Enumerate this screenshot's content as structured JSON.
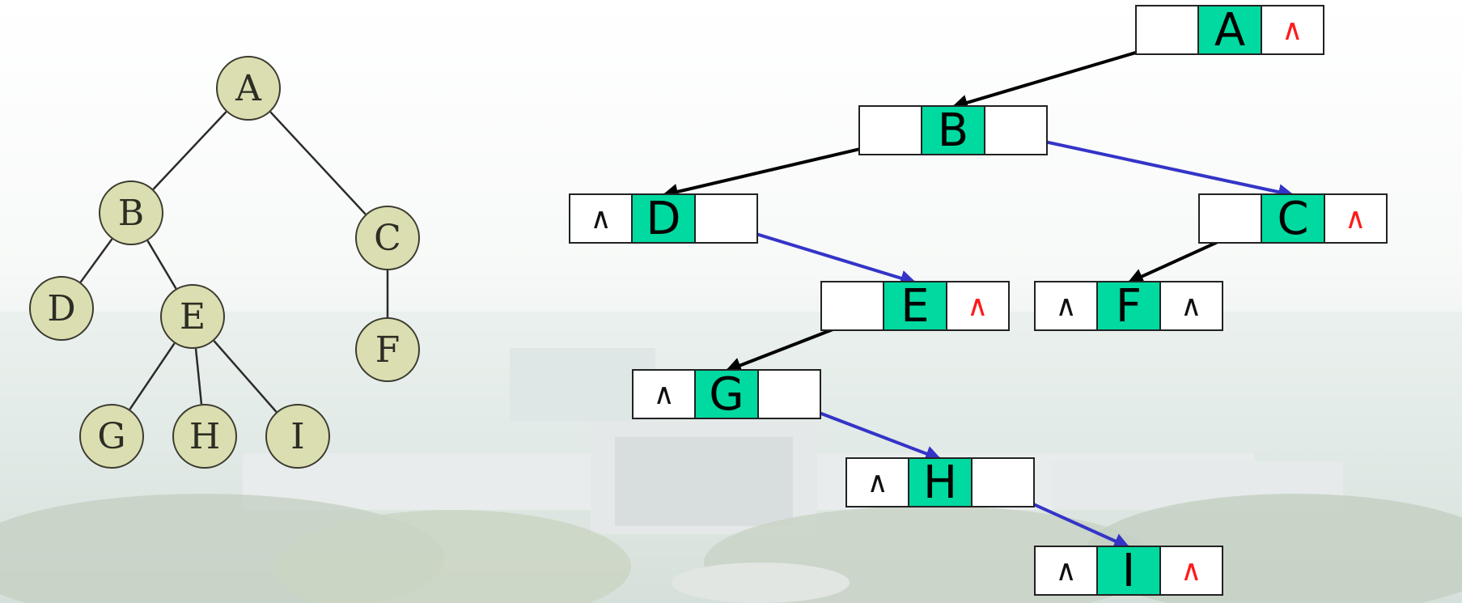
{
  "colors": {
    "tree_node_fill": "#dbdeb0",
    "data_cell_fill": "#00d9a0",
    "first_child_link": "#000000",
    "next_sibling_link": "#3434c8",
    "null_marker_red": "#ff1a1a"
  },
  "tree": {
    "nodes": [
      {
        "id": "A",
        "label": "A"
      },
      {
        "id": "B",
        "label": "B"
      },
      {
        "id": "C",
        "label": "C"
      },
      {
        "id": "D",
        "label": "D"
      },
      {
        "id": "E",
        "label": "E"
      },
      {
        "id": "F",
        "label": "F"
      },
      {
        "id": "G",
        "label": "G"
      },
      {
        "id": "H",
        "label": "H"
      },
      {
        "id": "I",
        "label": "I"
      }
    ],
    "edges": [
      [
        "A",
        "B"
      ],
      [
        "A",
        "C"
      ],
      [
        "B",
        "D"
      ],
      [
        "B",
        "E"
      ],
      [
        "C",
        "F"
      ],
      [
        "E",
        "G"
      ],
      [
        "E",
        "H"
      ],
      [
        "E",
        "I"
      ]
    ]
  },
  "binary_tree": {
    "null_symbol": "∧",
    "nodes": [
      {
        "id": "A",
        "data": "A",
        "left": "",
        "right": "∧",
        "right_red": true
      },
      {
        "id": "B",
        "data": "B",
        "left": "",
        "right": ""
      },
      {
        "id": "C",
        "data": "C",
        "left": "",
        "right": "∧",
        "right_red": true
      },
      {
        "id": "D",
        "data": "D",
        "left": "∧",
        "right": ""
      },
      {
        "id": "E",
        "data": "E",
        "left": "",
        "right": "∧",
        "right_red": true
      },
      {
        "id": "F",
        "data": "F",
        "left": "∧",
        "right": "∧"
      },
      {
        "id": "G",
        "data": "G",
        "left": "∧",
        "right": ""
      },
      {
        "id": "H",
        "data": "H",
        "left": "∧",
        "right": ""
      },
      {
        "id": "I",
        "data": "I",
        "left": "∧",
        "right": "∧",
        "right_red": true
      }
    ],
    "links": [
      {
        "from": "A",
        "to": "B",
        "kind": "first_child"
      },
      {
        "from": "B",
        "to": "D",
        "kind": "first_child"
      },
      {
        "from": "B",
        "to": "C",
        "kind": "next_sibling"
      },
      {
        "from": "D",
        "to": "E",
        "kind": "next_sibling"
      },
      {
        "from": "C",
        "to": "F",
        "kind": "first_child"
      },
      {
        "from": "E",
        "to": "G",
        "kind": "first_child"
      },
      {
        "from": "G",
        "to": "H",
        "kind": "next_sibling"
      },
      {
        "from": "H",
        "to": "I",
        "kind": "next_sibling"
      }
    ]
  }
}
